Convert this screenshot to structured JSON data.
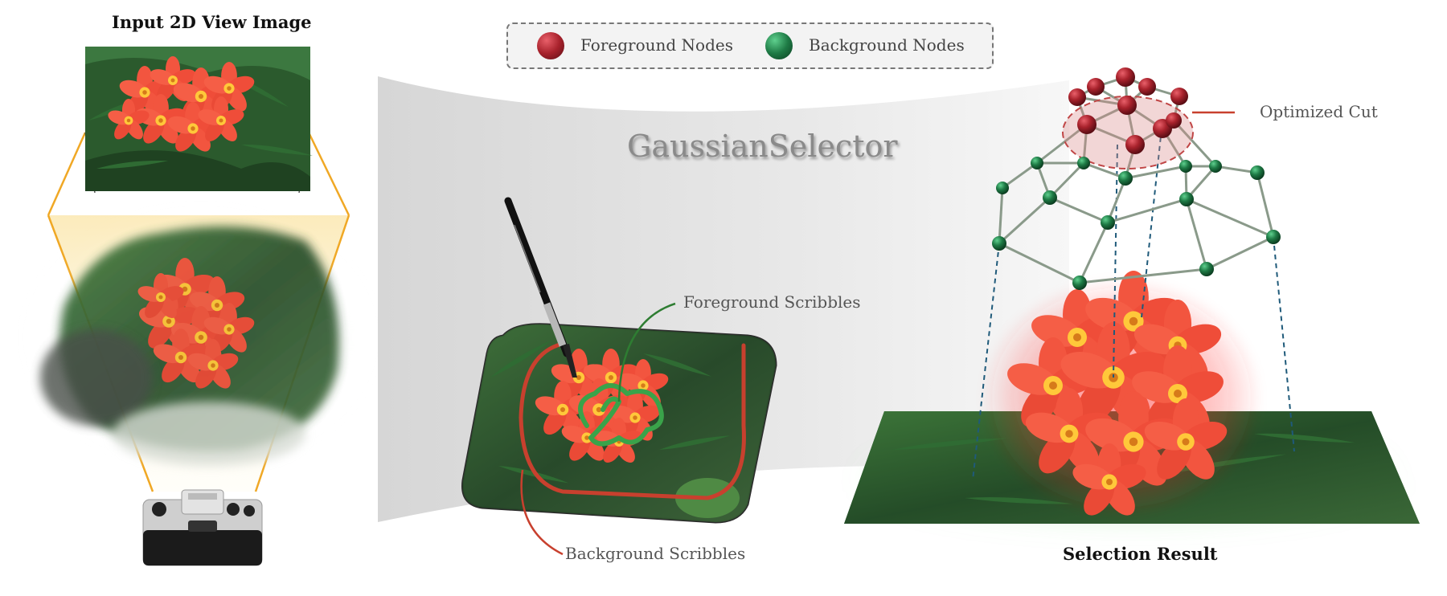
{
  "labels": {
    "input_view": "Input 2D View Image",
    "method": "GaussianSelector",
    "foreground_nodes": "Foreground Nodes",
    "background_nodes": "Background Nodes",
    "optimized_cut": "Optimized Cut",
    "foreground_scribbles": "Foreground Scribbles",
    "background_scribbles": "Background Scribbles",
    "selection_result": "Selection Result"
  },
  "colors": {
    "foreground": "#a8222c",
    "background": "#1e7a45",
    "frustum": "#f0a825",
    "fg_scribble": "#3aa34a",
    "bg_scribble": "#c8402e",
    "flower": "#f2553f",
    "foliage": "#2d5a2f",
    "graph_edge": "#8a9a8a",
    "dashed_link": "#1f5a7a"
  },
  "icons": {
    "camera": "camera-icon",
    "brush": "paintbrush-icon"
  }
}
